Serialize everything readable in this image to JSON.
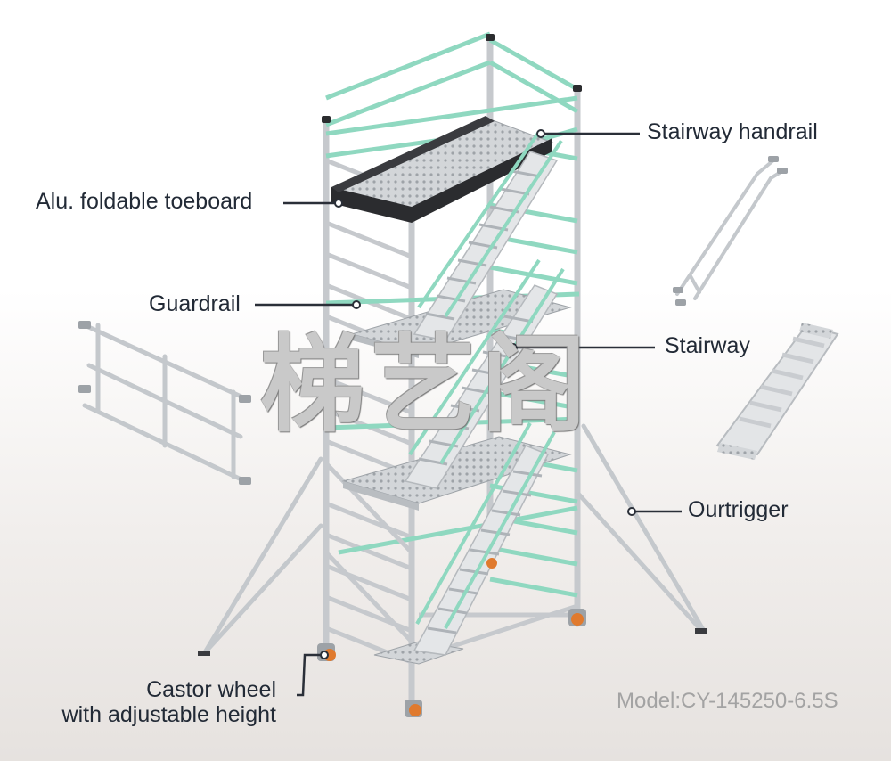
{
  "callouts": {
    "toeboard": "Alu. foldable toeboard",
    "guardrail": "Guardrail",
    "stair_handrail": "Stairway handrail",
    "stairway": "Stairway",
    "outrigger": "Ourtrigger",
    "castor_line1": "Castor wheel",
    "castor_line2": "with adjustable height"
  },
  "model_label": "Model:CY-145250-6.5S",
  "watermark": "梯艺阁",
  "colors": {
    "tube": "#c9ccd0",
    "tube_edge": "#8e9398",
    "rail_green": "#8fd8c0",
    "platform": "#d5d8db",
    "toeboard": "#2b2c2f",
    "label_text": "#222a36",
    "leader": "#2a2f38",
    "wheel_orange": "#e07a2e"
  }
}
